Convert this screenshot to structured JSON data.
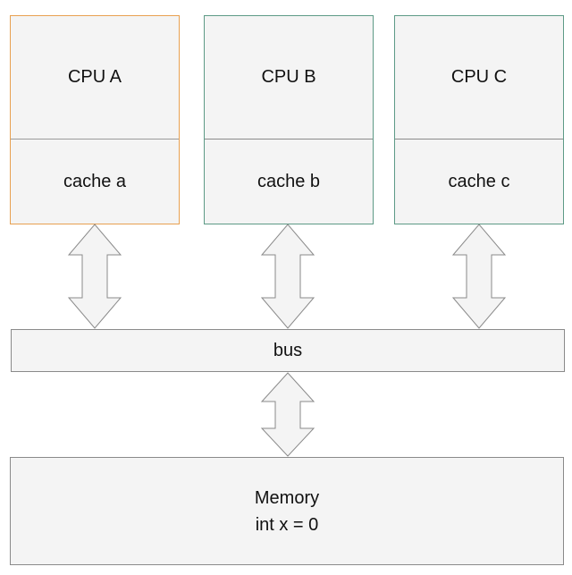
{
  "cpus": [
    {
      "cpu_label": "CPU A",
      "cache_label": "cache a"
    },
    {
      "cpu_label": "CPU B",
      "cache_label": "cache b"
    },
    {
      "cpu_label": "CPU C",
      "cache_label": "cache c"
    }
  ],
  "bus": {
    "label": "bus"
  },
  "memory": {
    "label": "Memory",
    "content": "int x = 0"
  },
  "colors": {
    "cpu_a_border": "#e8a050",
    "cpu_border": "#5d9a86",
    "box_fill": "#f4f4f4",
    "box_stroke": "#8a8a8a"
  }
}
